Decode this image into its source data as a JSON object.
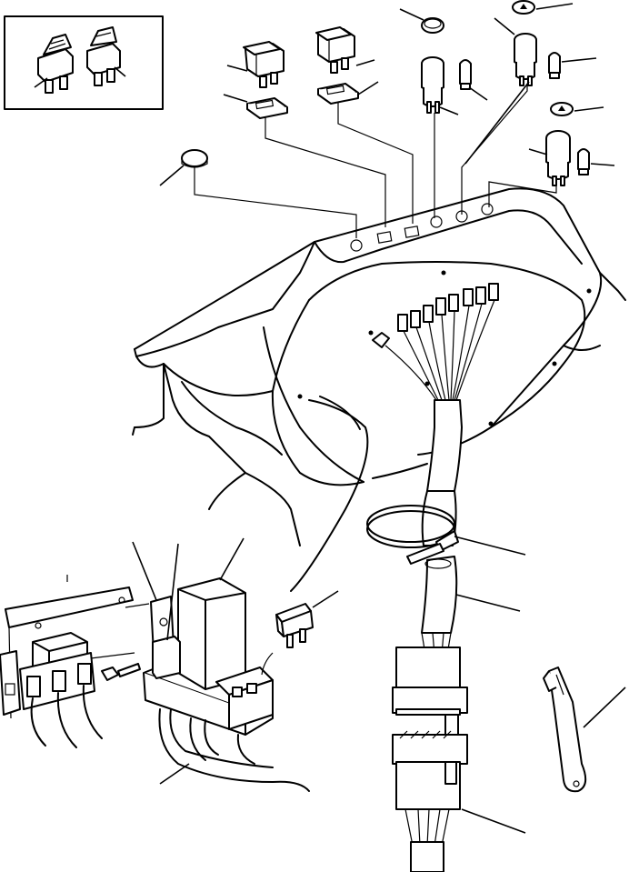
{
  "diagram": {
    "part_groups": [
      "inset-rocker-switches",
      "rocker-switches",
      "switch-bezels",
      "indicator-lamps",
      "lamp-bulbs",
      "blanking-plug",
      "dashboard-console",
      "wiring-loom",
      "cable-tie",
      "loom-sleeve",
      "relay-bracket",
      "relays",
      "blade-fuse",
      "multi-pin-connector",
      "earth-strap"
    ],
    "text_labels": []
  }
}
